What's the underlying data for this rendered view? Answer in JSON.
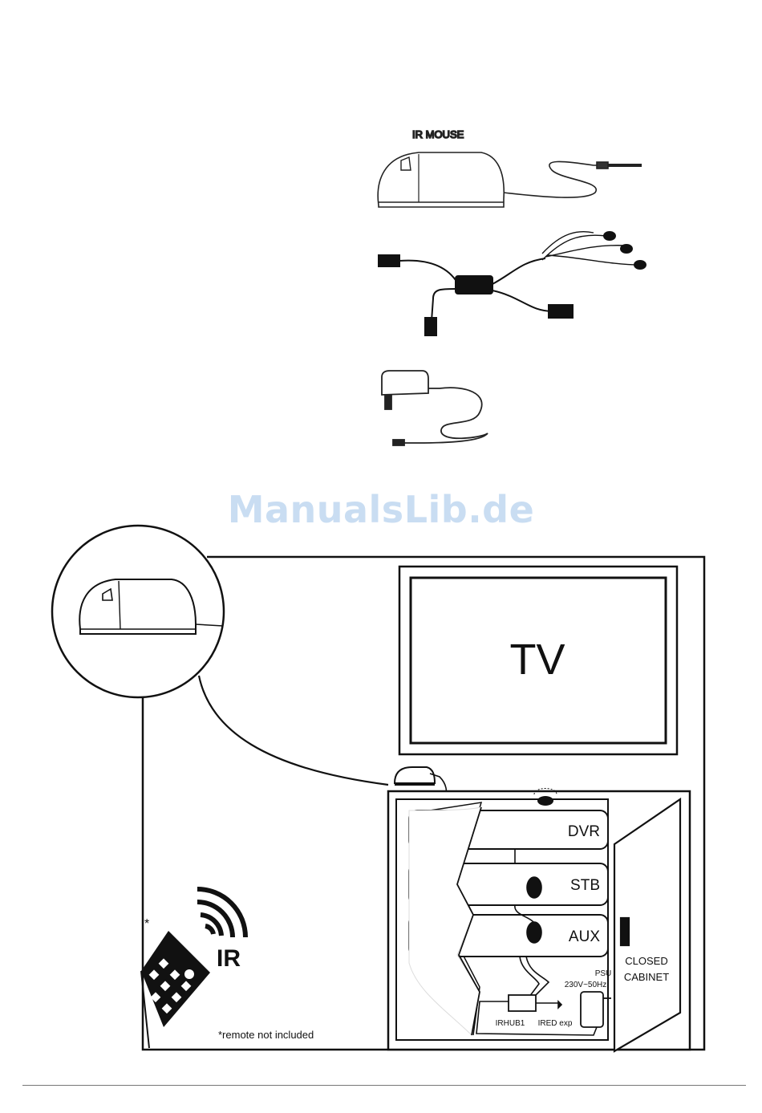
{
  "watermark": "ManualsLib.de",
  "components": {
    "ir_mouse_label": "IR MOUSE"
  },
  "diagram": {
    "tv_label": "TV",
    "devices": [
      "DVR",
      "STB",
      "AUX"
    ],
    "ir_label": "IR",
    "remote_asterisk": "*",
    "remote_note": "*remote not included",
    "irhub_label": "IRHUB1",
    "ired_label": "IRED exp",
    "psu_label_1": "PSU",
    "psu_label_2": "230V~50Hz",
    "cabinet_label_1": "CLOSED",
    "cabinet_label_2": "CABINET"
  }
}
